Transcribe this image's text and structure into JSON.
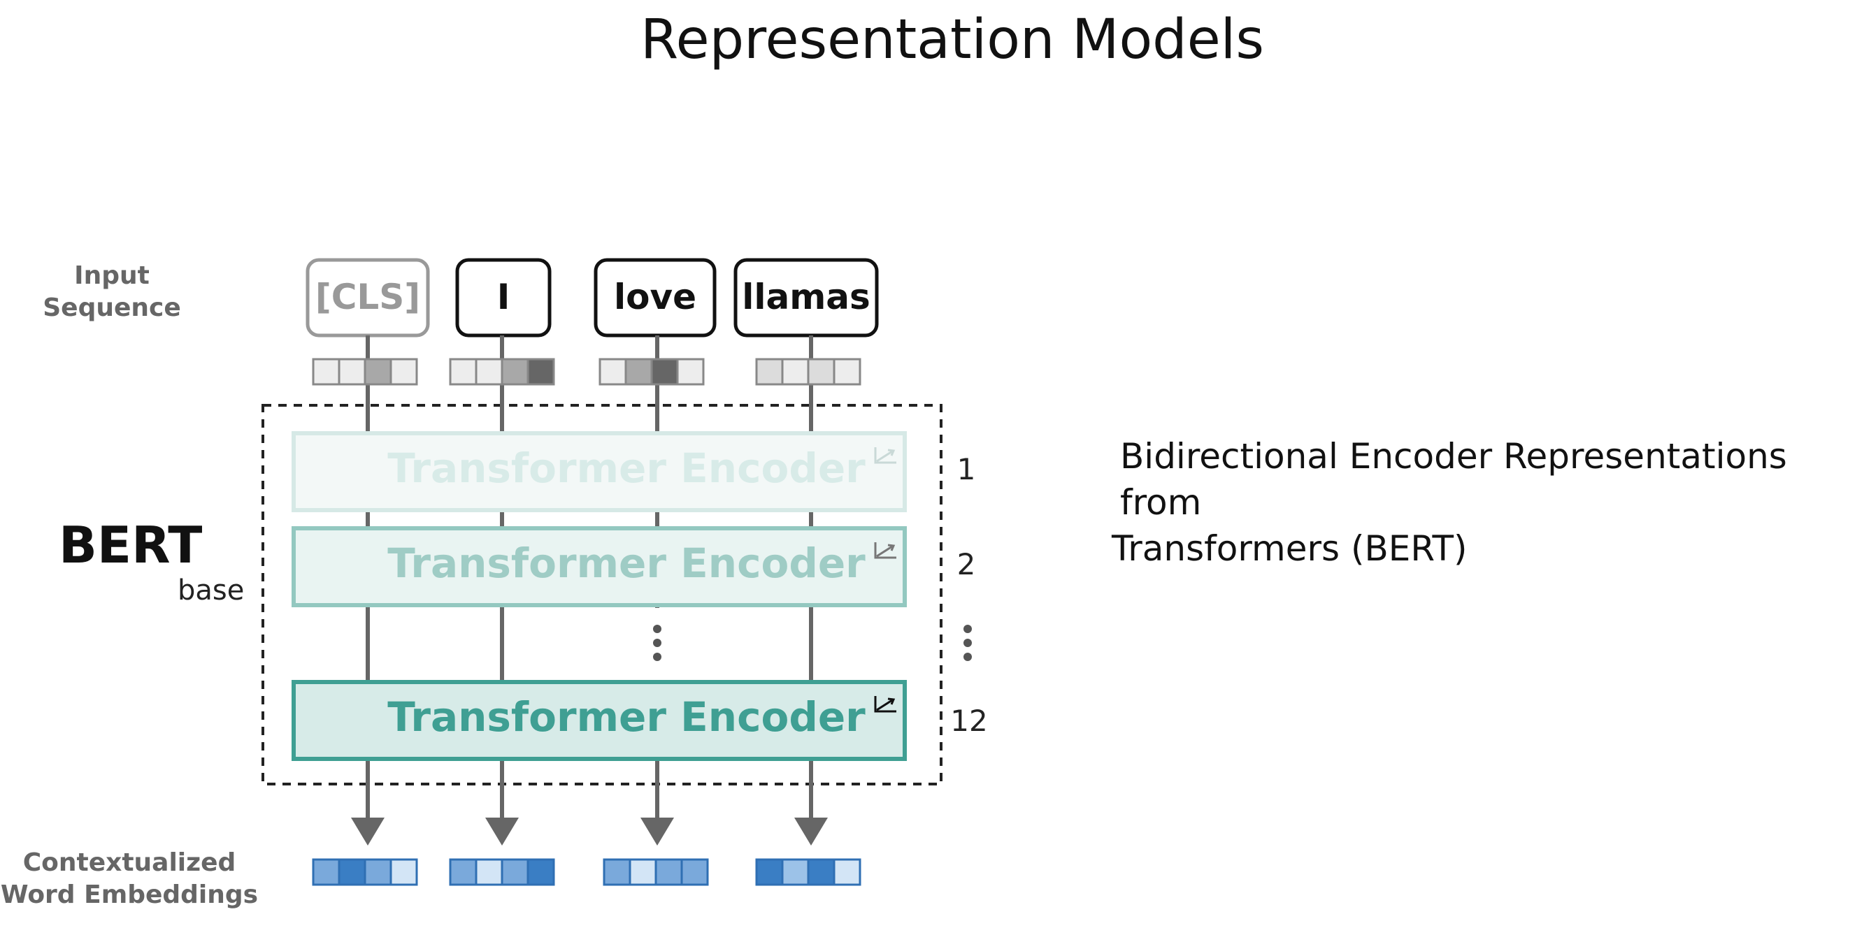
{
  "title": "Representation Models",
  "description": {
    "line1": "Bidirectional Encoder Representations from",
    "line2": "Transformers (BERT)"
  },
  "diagram": {
    "input_label": {
      "line1": "Input",
      "line2": "Sequence"
    },
    "output_label": {
      "line1": "Contextualized",
      "line2": "Word Embeddings"
    },
    "model_name": "BERT",
    "model_variant": "base",
    "tokens": [
      "[CLS]",
      "I",
      "love",
      "llamas"
    ],
    "encoder_label": "Transformer Encoder",
    "layer_numbers": [
      "1",
      "2",
      "12"
    ],
    "colors": {
      "encoder_teal": "#3f9f93",
      "embedding_blue": "#3a7ec4",
      "token_gray": "#666666"
    }
  }
}
